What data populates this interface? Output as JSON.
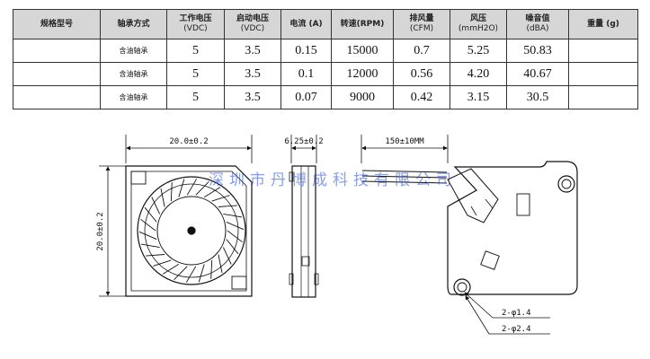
{
  "table": {
    "headers": [
      {
        "label": "规格型号",
        "unit": ""
      },
      {
        "label": "轴承方式",
        "unit": ""
      },
      {
        "label": "工作电压",
        "unit": "(VDC)"
      },
      {
        "label": "启动电压",
        "unit": "(VDC)"
      },
      {
        "label": "电流 (A)",
        "unit": ""
      },
      {
        "label": "转速(RPM)",
        "unit": ""
      },
      {
        "label": "排风量",
        "unit": "(CFM)"
      },
      {
        "label": "风压",
        "unit": "(mmH2O)"
      },
      {
        "label": "噪音值",
        "unit": "(dBA)"
      },
      {
        "label": "重量 (g)",
        "unit": ""
      }
    ],
    "rows": [
      {
        "model": "",
        "bearing": "含油轴承",
        "working_voltage": "5",
        "starting_voltage": "3.5",
        "current": "0.15",
        "speed": "15000",
        "airflow": "0.7",
        "pressure": "5.25",
        "noise": "50.83",
        "weight": ""
      },
      {
        "model": "",
        "bearing": "含油轴承",
        "working_voltage": "5",
        "starting_voltage": "3.5",
        "current": "0.1",
        "speed": "12000",
        "airflow": "0.56",
        "pressure": "4.20",
        "noise": "40.67",
        "weight": ""
      },
      {
        "model": "",
        "bearing": "含油轴承",
        "working_voltage": "5",
        "starting_voltage": "3.5",
        "current": "0.07",
        "speed": "9000",
        "airflow": "0.42",
        "pressure": "3.15",
        "noise": "30.5",
        "weight": ""
      }
    ]
  },
  "drawing": {
    "width_dim": "20.0±0.2",
    "height_dim": "20.0±0.2",
    "thickness_dim": "6.25±0.2",
    "wire_dim": "150±10MM",
    "hole_small": "2-φ1.4",
    "hole_large": "2-φ2.4",
    "watermark": "深圳市丹博成科技有限公司"
  }
}
